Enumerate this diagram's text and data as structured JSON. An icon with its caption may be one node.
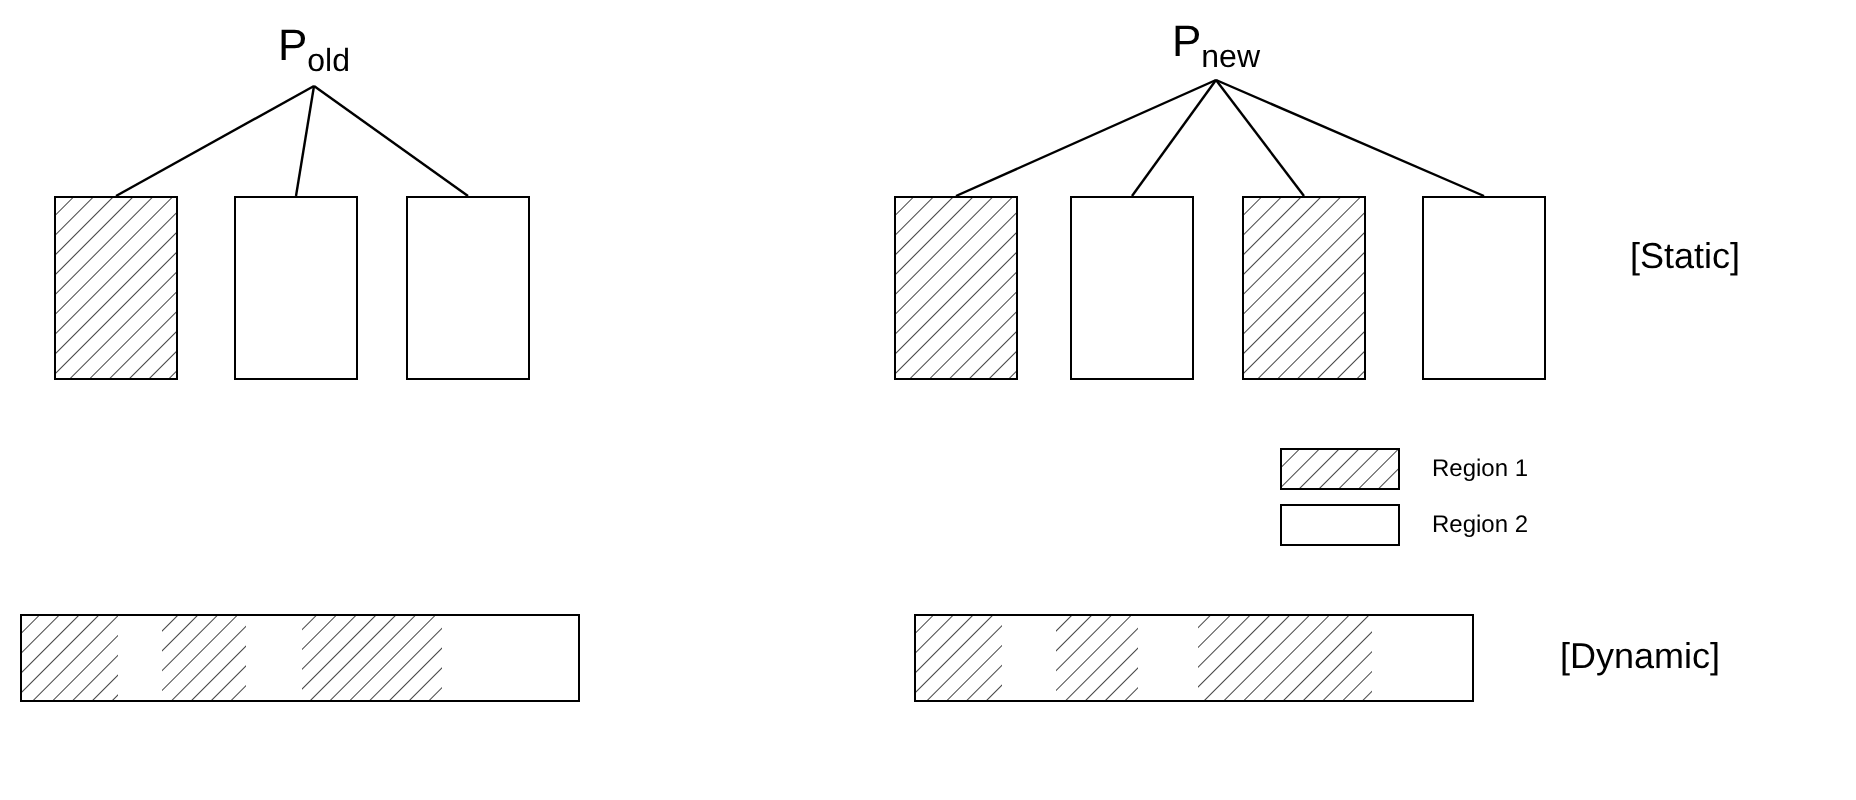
{
  "diagram": {
    "nodes": [
      {
        "text": [
          "P$_{old}$"
        ]
      },
      {
        "text": [],
        "shape": "box"
      },
      {
        "text": [],
        "shape": "box"
      },
      {
        "text": [],
        "shape": "box"
      },
      {
        "text": [
          "P$_{new}$"
        ]
      },
      {
        "text": [],
        "shape": "box"
      },
      {
        "text": [],
        "shape": "box"
      },
      {
        "text": [],
        "shape": "box"
      },
      {
        "text": [],
        "shape": "box"
      },
      {
        "text": [],
        "shape": "bar"
      },
      {
        "text": [],
        "shape": "bar"
      }
    ],
    "edges": [
      {
        "from": 0,
        "to": 1,
        "arrow": "none"
      },
      {
        "from": 0,
        "to": 2,
        "arrow": "none"
      },
      {
        "from": 0,
        "to": 3,
        "arrow": "none"
      },
      {
        "from": 4,
        "to": 5,
        "arrow": "none"
      },
      {
        "from": 4,
        "to": 6,
        "arrow": "none"
      },
      {
        "from": 4,
        "to": 7,
        "arrow": "none"
      },
      {
        "from": 4,
        "to": 8,
        "arrow": "none"
      }
    ],
    "labels": [
      "[Static]",
      "[Dynamic]"
    ],
    "legend": [
      {
        "text": "Region 1"
      },
      {
        "text": "Region 2"
      }
    ]
  }
}
